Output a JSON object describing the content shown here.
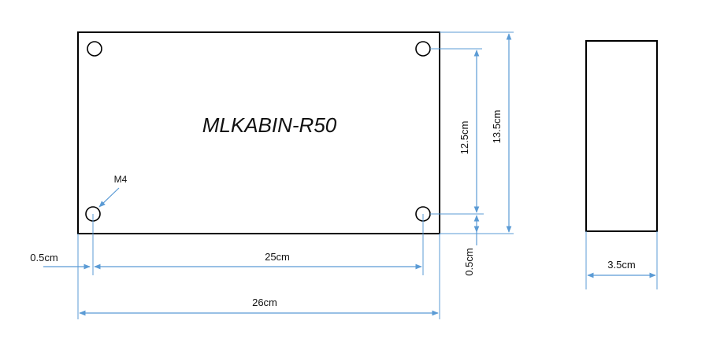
{
  "board": {
    "label": "MLKABIN-R50",
    "hole_label": "M4"
  },
  "dimensions": {
    "hole_spacing_width": "25cm",
    "overall_width": "26cm",
    "edge_offset_horizontal": "0.5cm",
    "hole_spacing_height": "12.5cm",
    "overall_height": "13.5cm",
    "edge_offset_vertical": "0.5cm",
    "thickness": "3.5cm"
  },
  "colors": {
    "outline": "#000000",
    "dimension_line": "#5b9bd5",
    "text": "#111111"
  }
}
